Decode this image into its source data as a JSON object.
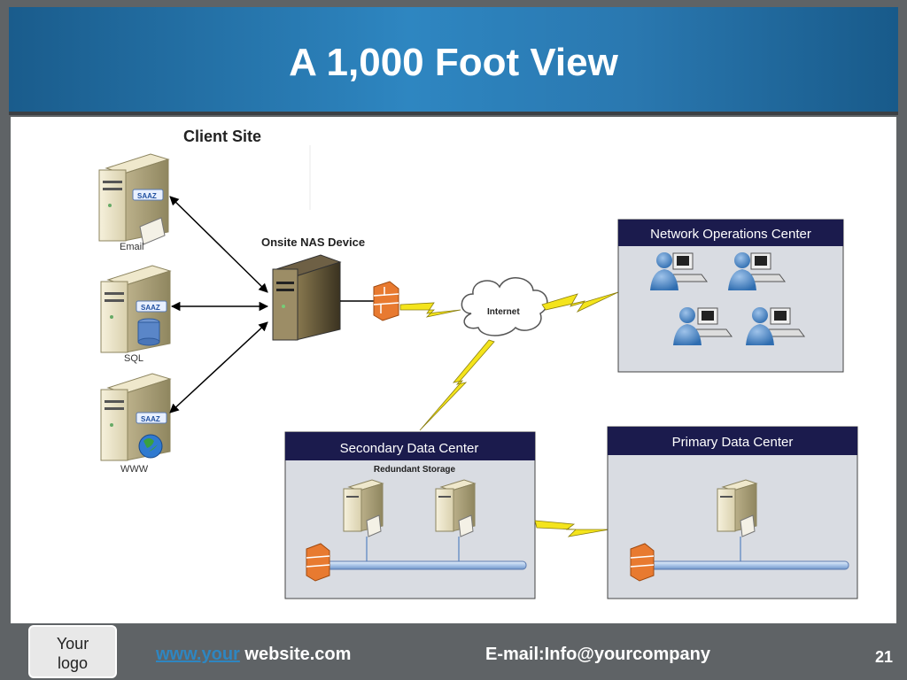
{
  "slide": {
    "title": "A 1,000 Foot View",
    "page_number": "21"
  },
  "diagram": {
    "client_site_label": "Client Site",
    "servers": {
      "email": "Email",
      "sql": "SQL",
      "www": "WWW",
      "badge": "SAAZ"
    },
    "nas_label": "Onsite NAS Device",
    "internet_label": "Internet",
    "noc_title": "Network Operations Center",
    "secondary_title": "Secondary Data Center",
    "redundant_label": "Redundant Storage",
    "primary_title": "Primary Data Center"
  },
  "footer": {
    "logo_line1": "Your",
    "logo_line2": "logo",
    "website_link": "www.your",
    "website_rest": " website.com",
    "email": "E-mail:Info@yourcompany"
  },
  "colors": {
    "header_blue": "#2e86c1",
    "panel_navy": "#1a1a4a",
    "panel_gray": "#d8dbe0",
    "lightning": "#f0e020",
    "firewall": "#e87a30"
  }
}
